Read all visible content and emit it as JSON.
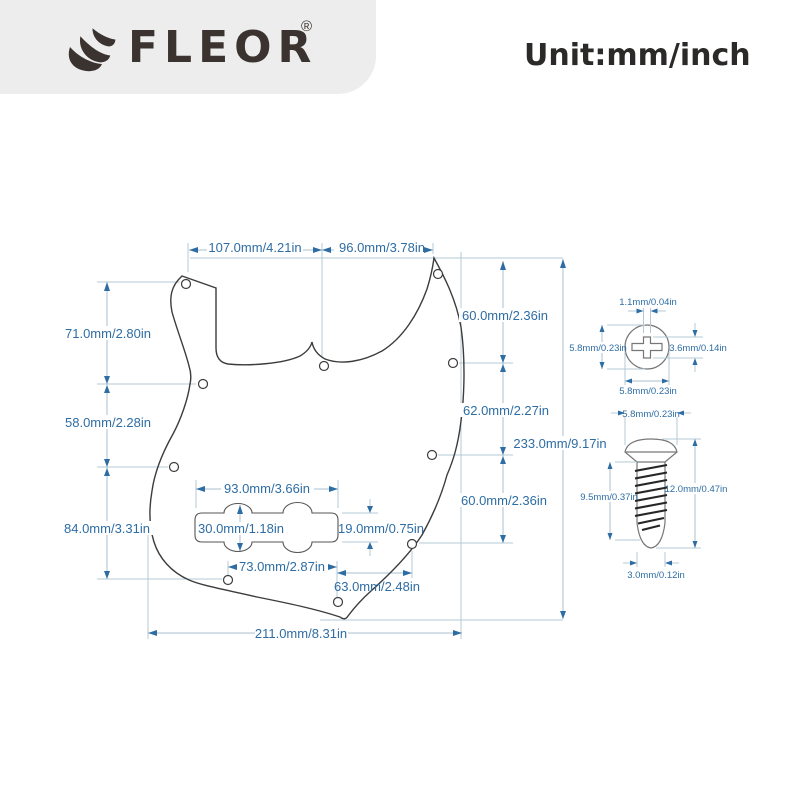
{
  "header": {
    "brand": "FLEOR",
    "registered_mark": "®",
    "unit_label": "Unit:mm/inch"
  },
  "pickguard_diagram": {
    "dim_top_left": "107.0mm/4.21in",
    "dim_top_right": "96.0mm/3.78in",
    "dim_left_upper": "71.0mm/2.80in",
    "dim_left_middle": "58.0mm/2.28in",
    "dim_left_lower": "84.0mm/3.31in",
    "dim_right_upper": "60.0mm/2.36in",
    "dim_right_middle": "62.0mm/2.27in",
    "dim_right_lower": "60.0mm/2.36in",
    "dim_overall_height": "233.0mm/9.17in",
    "dim_overall_width": "211.0mm/8.31in",
    "dim_pickup_width": "93.0mm/3.66in",
    "dim_pickup_height": "30.0mm/1.18in",
    "dim_pickup_inner_height": "19.0mm/0.75in",
    "dim_pickup_screw_span": "73.0mm/2.87in",
    "dim_bottom_screws": "63.0mm/2.48in"
  },
  "screw_head_view": {
    "dim_slot_width": "1.1mm/0.04in",
    "dim_head_height": "5.8mm/0.23in",
    "dim_cross_height": "3.6mm/0.14in",
    "dim_head_width": "5.8mm/0.23in"
  },
  "screw_side_view": {
    "dim_head_width": "5.8mm/0.23in",
    "dim_thread_length": "9.5mm/0.37in",
    "dim_total_length": "12.0mm/0.47in",
    "dim_shank_diameter": "3.0mm/0.12in"
  },
  "colors": {
    "dimension_blue": "#2e6da4",
    "line_blue_gray": "#b5c8d7",
    "outline_dark": "#3c3c3c",
    "brand_dark": "#3b3330",
    "panel_gray": "#ededed"
  }
}
